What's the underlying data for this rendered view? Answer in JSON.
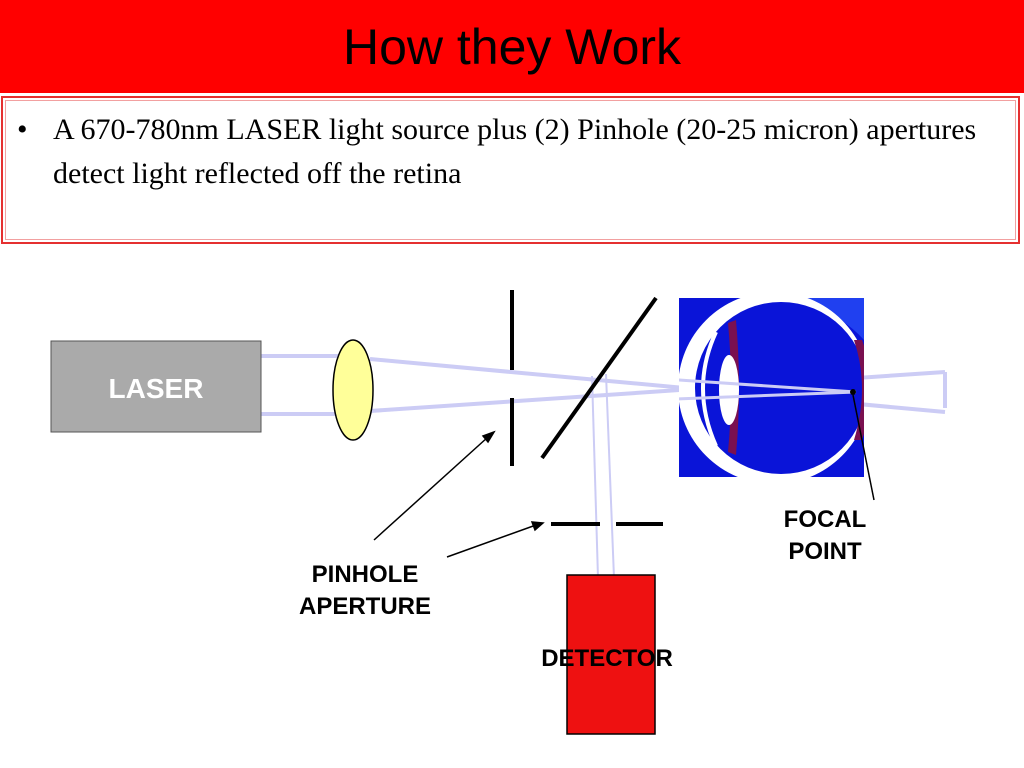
{
  "slide": {
    "title": "How they Work",
    "bullet_marker": "•",
    "bullet_text": "A 670-780nm LASER light source plus (2) Pinhole (20-25 micron) apertures detect light reflected off the retina"
  },
  "diagram": {
    "laser_label": "LASER",
    "focal_point_line1": "FOCAL",
    "focal_point_line2": "POINT",
    "pinhole_line1": "PINHOLE",
    "pinhole_line2": "APERTURE",
    "detector_label": "DETECTOR"
  },
  "colors": {
    "title_bar": "#ff0000",
    "laser_box": "#aaaaaa",
    "lens": "#ffff99",
    "beam": "#ccccf5",
    "eye_background": "#0a14d8",
    "detector": "#ee1111"
  }
}
